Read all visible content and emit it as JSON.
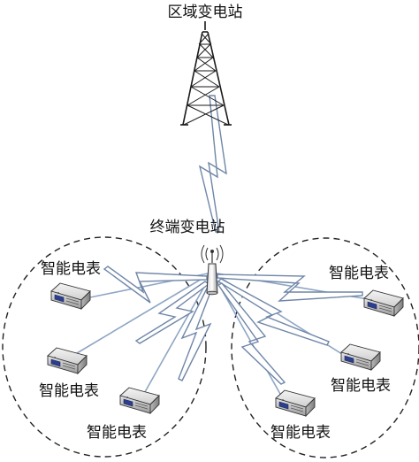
{
  "labels": {
    "regional_substation": "区域变电站",
    "terminal_substation": "终端变电站",
    "meter_left_top": "智能电表",
    "meter_left_bottom": "智能电表",
    "meter_left_center": "智能电表",
    "meter_right_top": "智能电表",
    "meter_right_mid": "智能电表",
    "meter_right_bottom": "智能电表"
  },
  "icons": {
    "tower": "transmission-tower-icon",
    "antenna": "antenna-icon",
    "meter": "smart-meter-icon",
    "bolt": "wireless-link-icon"
  },
  "colors": {
    "link_blue": "#8fa6c4",
    "bolt_outline": "#6f86a8",
    "line_dark": "#1a1a1a"
  }
}
